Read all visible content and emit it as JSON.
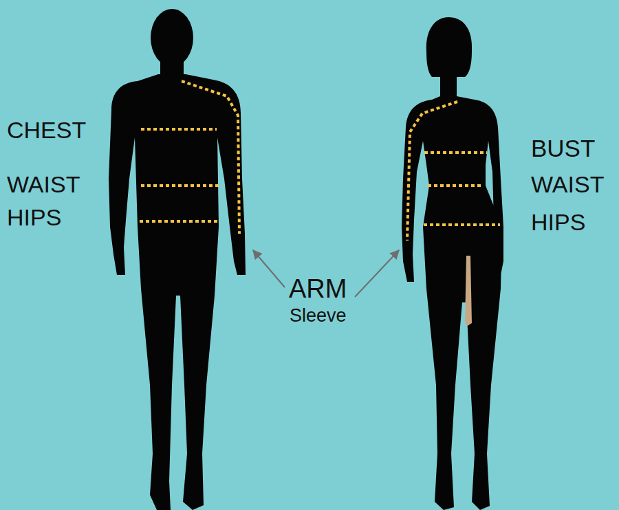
{
  "diagram": {
    "labels": [
      "CHEST",
      "WAIST",
      "HIPS",
      "ARM",
      "Sleeve",
      "BUST",
      "WAIST",
      "HIPS"
    ]
  }
}
